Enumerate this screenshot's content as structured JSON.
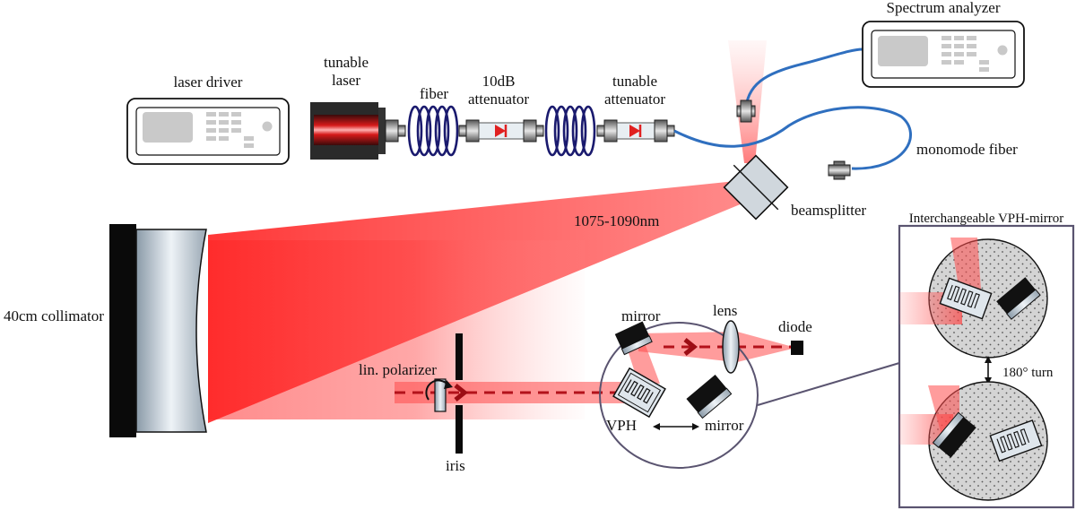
{
  "labels": {
    "laser_driver": "laser driver",
    "tunable_laser_1": "tunable",
    "tunable_laser_2": "laser",
    "fiber": "fiber",
    "attenuator10_1": "10dB",
    "attenuator10_2": "attenuator",
    "tunable_att_1": "tunable",
    "tunable_att_2": "attenuator",
    "spectrum_analyzer": "Spectrum analyzer",
    "monomode_fiber": "monomode fiber",
    "beamsplitter": "beamsplitter",
    "wavelength": "1075-1090nm",
    "collimator": "40cm collimator",
    "lin_polarizer": "lin. polarizer",
    "iris": "iris",
    "mirror_top": "mirror",
    "lens": "lens",
    "diode": "diode",
    "vph": "VPH",
    "mirror_bottom": "mirror",
    "inset_title": "Interchangeable VPH-mirror",
    "turn": "180° turn"
  },
  "colors": {
    "beam": "#ff2a2a",
    "beam_light": "#ff9a9a",
    "fiber_blue": "#2f6fbf",
    "coil": "#1a1a6e",
    "outline": "#111111",
    "inset_border": "#5a5470",
    "inset_disk": "#d6d6d6"
  }
}
